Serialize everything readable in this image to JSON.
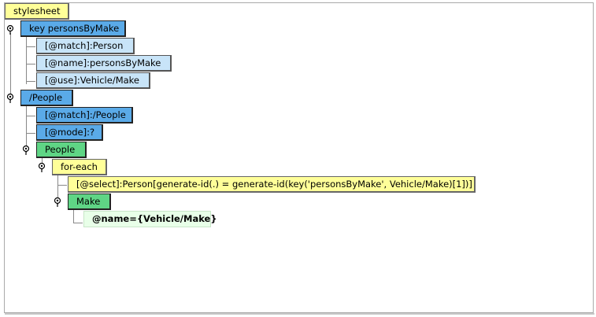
{
  "nodes": {
    "stylesheet": "stylesheet",
    "key": "key personsByMake",
    "match_person": "[@match]:Person",
    "name_persons": "[@name]:personsByMake",
    "use_vehicle": "[@use]:Vehicle/Make",
    "people_template": "/People",
    "match_people": "[@match]:/People",
    "mode": "[@mode]:?",
    "people_element": "People",
    "for_each": "for-each",
    "select": "[@select]:Person[generate-id(.) = generate-id(key('personsByMake', Vehicle/Make)[1])]",
    "make_element": "Make",
    "name_attr": "@name={Vehicle/Make}"
  },
  "colors": {
    "root": "#ffff99",
    "template": "#5aaae8",
    "attribute": "#c8e4f8",
    "element": "#5fd585",
    "literal_attr": "#e8ffe8"
  },
  "icons": {
    "toggle": "expand-toggle-icon"
  }
}
